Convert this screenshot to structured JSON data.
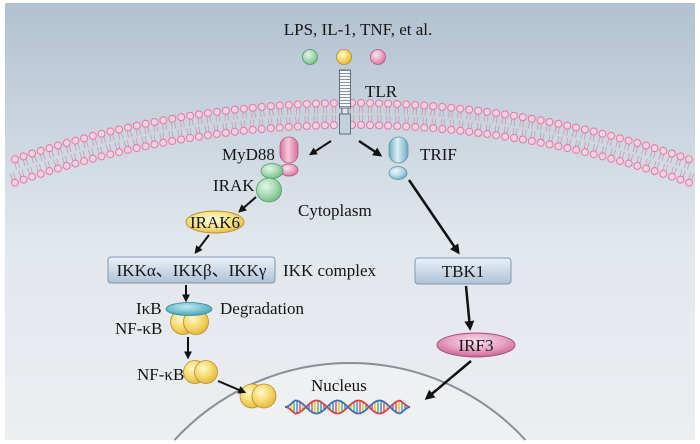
{
  "ligands": {
    "label": "LPS, IL-1, TNF, et al."
  },
  "receptor": {
    "label": "TLR"
  },
  "myd88_pathway": {
    "myd88": "MyD88",
    "irak": "IRAK",
    "irak6": "IRAK6",
    "ikk_members": "IKKα、IKKβ、IKKγ",
    "ikk_complex": "IKK complex",
    "ikb": "IκB",
    "nfkb_bound": "NF-κB",
    "degradation": "Degradation",
    "nfkb_free": "NF-κB"
  },
  "trif_pathway": {
    "trif": "TRIF",
    "tbk1": "TBK1",
    "irf3": "IRF3"
  },
  "compartments": {
    "cytoplasm": "Cytoplasm",
    "nucleus": "Nucleus"
  },
  "colors": {
    "green": "#6fba86",
    "yellow": "#e2b63c",
    "pink": "#d4709c",
    "light_blue": "#72aac1",
    "teal": "#3f9fb3",
    "magenta": "#c96693",
    "box_blue": "#aec2d8",
    "membrane_head": "#e07aa5",
    "dna_red": "#d9414a",
    "dna_blue": "#3b6fb6",
    "dna_bases": [
      "#e2483f",
      "#f2b632",
      "#4fae4a",
      "#3d7cc9"
    ]
  }
}
